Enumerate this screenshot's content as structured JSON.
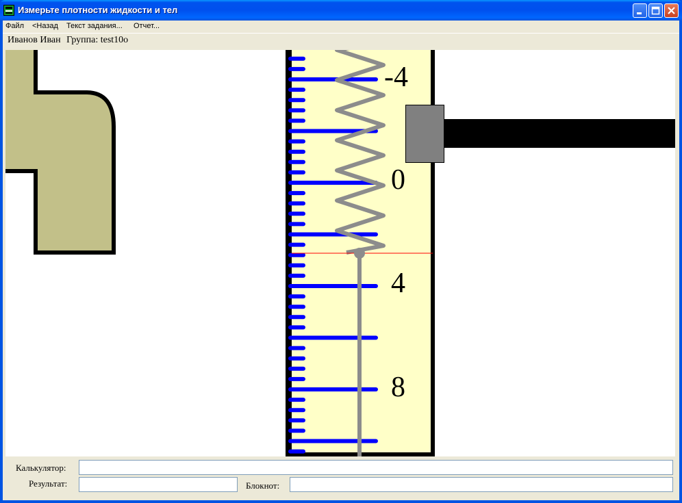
{
  "window": {
    "title": "Измерьте плотности жидкости и тел"
  },
  "menu": {
    "items": [
      {
        "label": "Файл"
      },
      {
        "label": "<Назад"
      },
      {
        "label": "Текст задания..."
      },
      {
        "label": "Отчет..."
      }
    ]
  },
  "user": {
    "name": "Иванов Иван",
    "group_label": "Группа:",
    "group": "test10o"
  },
  "ruler": {
    "labels": [
      "-4",
      "0",
      "4",
      "8"
    ],
    "colors": {
      "ruler_bg": "#ffffc8",
      "ticks": "#0000ff",
      "spring": "#8c8c8c",
      "vessel": "#c2c089",
      "indicator_line": "#ff0000",
      "clamp": "#808080"
    }
  },
  "bottom": {
    "calculator_label": "Калькулятор:",
    "calculator_value": "",
    "result_label": "Результат:",
    "result_value": "",
    "notepad_label": "Блокнот:",
    "notepad_value": ""
  }
}
